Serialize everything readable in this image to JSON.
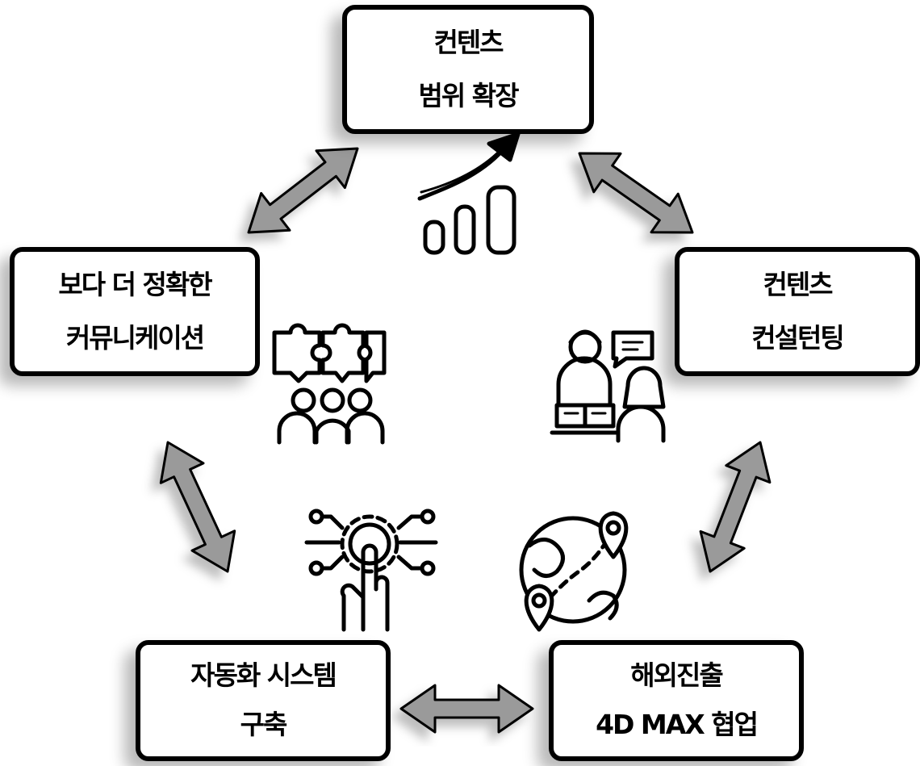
{
  "nodes": {
    "top": {
      "line1": "컨텐츠",
      "line2": "범위 확장"
    },
    "left": {
      "line1": "보다 더 정확한",
      "line2": "커뮤니케이션"
    },
    "right": {
      "line1": "컨텐츠",
      "line2": "컨설턴팅"
    },
    "bottom_left": {
      "line1": "자동화 시스템",
      "line2": "구축"
    },
    "bottom_right": {
      "line1": "해외진출",
      "line2": "4D MAX 협업"
    }
  },
  "icons": {
    "top": "growth-chart-icon",
    "left": "teamwork-puzzle-icon",
    "right": "consulting-icon",
    "bottom_left": "automation-gear-icon",
    "bottom_right": "global-location-icon"
  },
  "colors": {
    "arrow_fill": "#9a9a9a",
    "stroke": "#000000",
    "background": "#ffffff"
  }
}
